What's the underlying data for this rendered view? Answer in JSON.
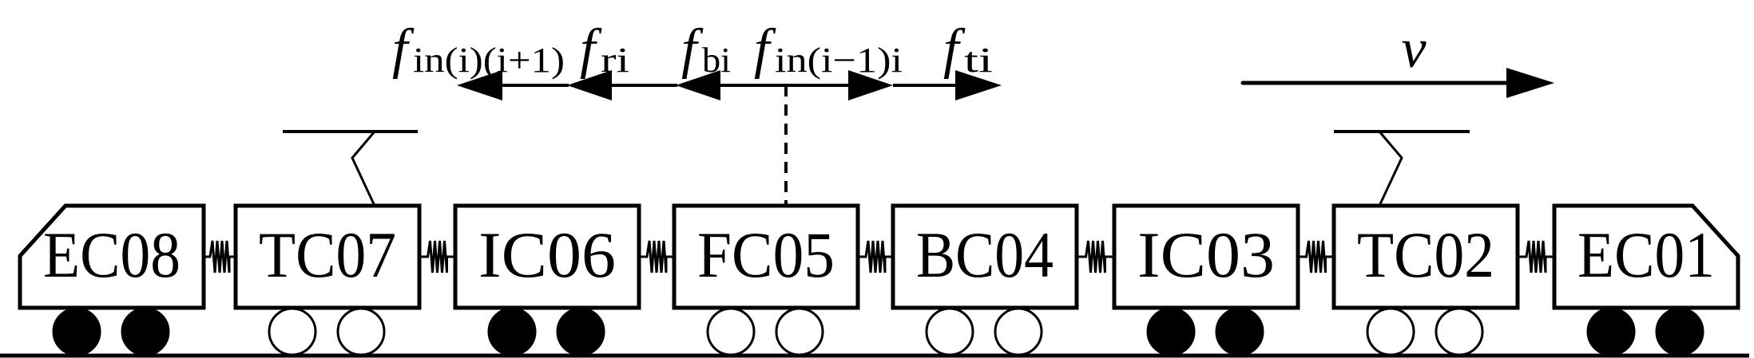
{
  "diagram": {
    "title": "Train force diagram",
    "colors": {
      "stroke": "#000000",
      "fill_wheel": "#000000",
      "background": "#ffffff"
    },
    "velocity_label": "v",
    "forces": [
      {
        "id": "inter-rear",
        "symbol": "f",
        "sub": "in(i)(i+1)",
        "direction": "left"
      },
      {
        "id": "resistance",
        "symbol": "f",
        "sub": "ri",
        "direction": "left"
      },
      {
        "id": "braking",
        "symbol": "f",
        "sub": "bi",
        "direction": "left"
      },
      {
        "id": "inter-front",
        "symbol": "f",
        "sub": "in(i−1)i",
        "direction": "right"
      },
      {
        "id": "traction",
        "symbol": "f",
        "sub": "ti",
        "direction": "right"
      }
    ],
    "cars": [
      {
        "label": "EC08",
        "shape": "end-left",
        "wheels": "filled",
        "pantograph": false
      },
      {
        "label": "TC07",
        "shape": "box",
        "wheels": "open",
        "pantograph": true
      },
      {
        "label": "IC06",
        "shape": "box",
        "wheels": "filled",
        "pantograph": false
      },
      {
        "label": "FC05",
        "shape": "box",
        "wheels": "open",
        "pantograph": false,
        "force_origin": true
      },
      {
        "label": "BC04",
        "shape": "box",
        "wheels": "open",
        "pantograph": false
      },
      {
        "label": "IC03",
        "shape": "box",
        "wheels": "filled",
        "pantograph": false
      },
      {
        "label": "TC02",
        "shape": "box",
        "wheels": "open",
        "pantograph": true
      },
      {
        "label": "EC01",
        "shape": "end-right",
        "wheels": "filled",
        "pantograph": false
      }
    ]
  }
}
